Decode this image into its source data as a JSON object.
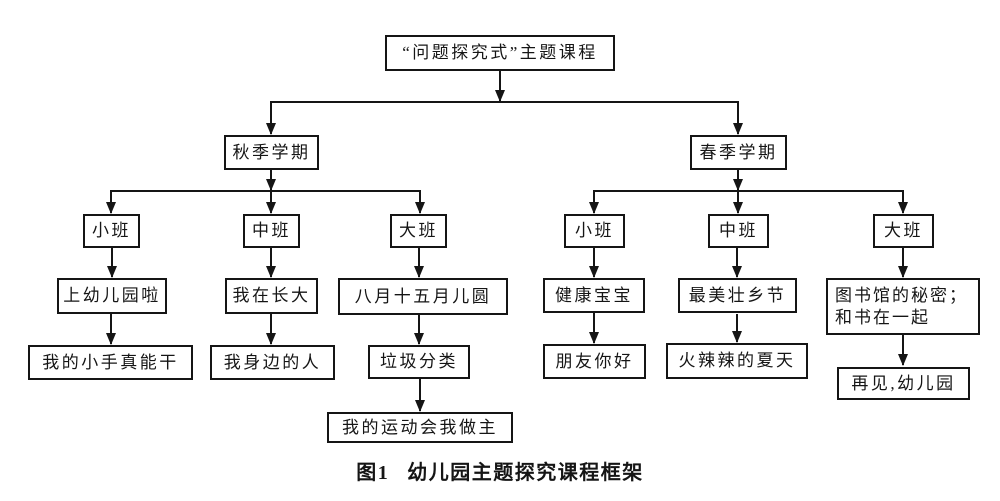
{
  "figure_caption": {
    "label": "图1",
    "title": "幼儿园主题探究课程框架"
  },
  "nodes": {
    "root": "“问题探究式”主题课程",
    "autumn": "秋季学期",
    "spring": "春季学期",
    "autumn_small": "小班",
    "autumn_middle": "中班",
    "autumn_big": "大班",
    "spring_small": "小班",
    "spring_middle": "中班",
    "spring_big": "大班",
    "autumn_small_t1": "上幼儿园啦",
    "autumn_middle_t1": "我在长大",
    "autumn_big_t1": "八月十五月儿圆",
    "spring_small_t1": "健康宝宝",
    "spring_middle_t1": "最美壮乡节",
    "spring_big_t1_line1": "图书馆的秘密；",
    "spring_big_t1_line2": "和书在一起",
    "autumn_small_t2": "我的小手真能干",
    "autumn_middle_t2": "我身边的人",
    "autumn_big_t2": "垃圾分类",
    "spring_small_t2": "朋友你好",
    "spring_middle_t2": "火辣辣的夏天",
    "spring_big_t2": "再见,幼儿园",
    "autumn_big_t3": "我的运动会我做主"
  },
  "colors": {
    "line": "#151515",
    "text": "#151515",
    "background": "#ffffff"
  },
  "diagram_type": "flowchart-tree"
}
